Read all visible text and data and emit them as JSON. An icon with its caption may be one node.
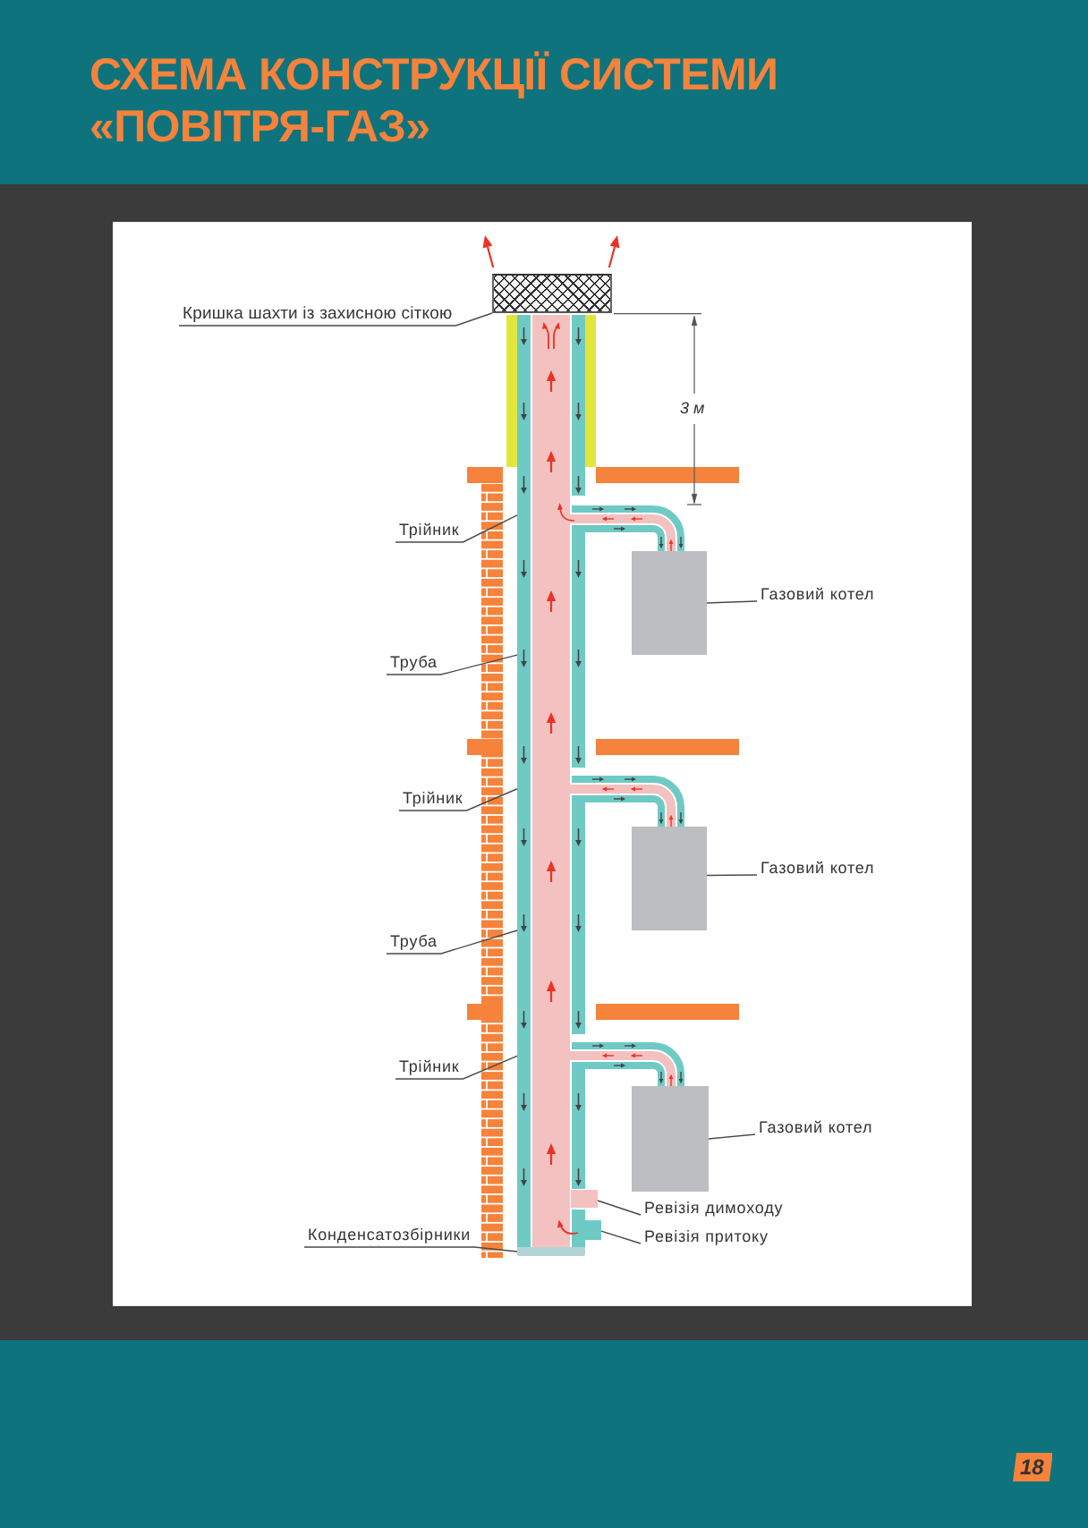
{
  "diagram": {
    "title": "СХЕМА КОНСТРУКЦІЇ СИСТЕМИ «ПОВІТРЯ-ГАЗ»",
    "nodes": [
      {
        "text": [
          "Кришка шахти із захисною сіткою"
        ]
      },
      {
        "text": [],
        "shape": "box"
      },
      {
        "text": [],
        "shape": "picture"
      },
      {
        "text": [
          "Трійник"
        ]
      },
      {
        "text": [],
        "shape": "picture"
      },
      {
        "text": [
          "Газовий котел"
        ]
      },
      {
        "text": [],
        "shape": "box"
      },
      {
        "text": [
          "Труба"
        ]
      },
      {
        "text": [],
        "shape": "picture"
      },
      {
        "text": [
          "Трійник"
        ]
      },
      {
        "text": [],
        "shape": "picture"
      },
      {
        "text": [
          "Газовий котел"
        ]
      },
      {
        "text": [],
        "shape": "box"
      },
      {
        "text": [
          "Труба"
        ]
      },
      {
        "text": [],
        "shape": "picture"
      },
      {
        "text": [
          "Трійник"
        ]
      },
      {
        "text": [],
        "shape": "picture"
      },
      {
        "text": [
          "Газовий котел"
        ]
      },
      {
        "text": [],
        "shape": "box"
      },
      {
        "text": [],
        "shape": "picture"
      },
      {
        "text": [
          "Ревізія димоходу"
        ]
      },
      {
        "text": [],
        "shape": "box"
      },
      {
        "text": [
          "Ревізія притоку"
        ]
      },
      {
        "text": [],
        "shape": "box"
      },
      {
        "text": [
          "Конденсатозбірники"
        ]
      },
      {
        "text": [],
        "shape": "bar"
      }
    ],
    "edges": [
      {
        "from": 0,
        "to": 1,
        "arrow": "none"
      },
      {
        "from": 3,
        "to": 4,
        "arrow": "none"
      },
      {
        "from": 5,
        "to": 6,
        "arrow": "none"
      },
      {
        "from": 7,
        "to": 8,
        "arrow": "none"
      },
      {
        "from": 9,
        "to": 10,
        "arrow": "none"
      },
      {
        "from": 11,
        "to": 12,
        "arrow": "none"
      },
      {
        "from": 13,
        "to": 14,
        "arrow": "none"
      },
      {
        "from": 15,
        "to": 16,
        "arrow": "none"
      },
      {
        "from": 17,
        "to": 18,
        "arrow": "none"
      },
      {
        "from": 20,
        "to": 21,
        "arrow": "none"
      },
      {
        "from": 22,
        "to": 23,
        "arrow": "none"
      },
      {
        "from": 24,
        "to": 25,
        "arrow": "none"
      }
    ],
    "labels": [
      "3 м",
      "18"
    ]
  }
}
